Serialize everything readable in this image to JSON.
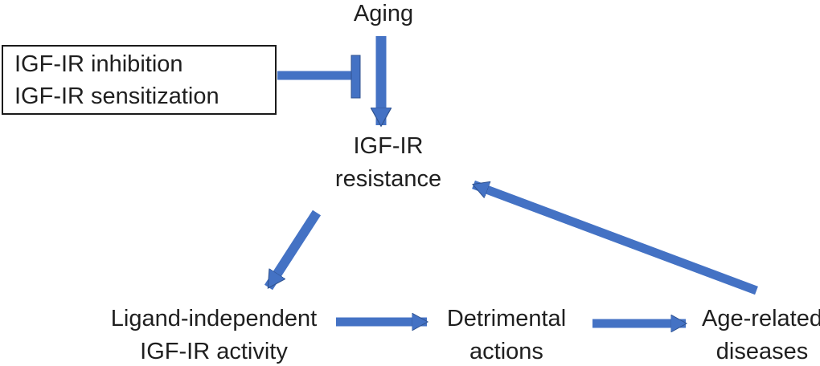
{
  "diagram": {
    "background": "#ffffff",
    "accent_color": "#4472C4",
    "accent_border_color": "#2F528F",
    "text_color": "#1f1f1f",
    "box_border_color": "#1a1a1a",
    "nodes": {
      "aging": {
        "label": "Aging"
      },
      "interventions": {
        "line1": "IGF-IR inhibition",
        "line2": "IGF-IR sensitization"
      },
      "resistance": {
        "line1": "IGF-IR",
        "line2": "resistance"
      },
      "ligand_independent": {
        "line1": "Ligand-independent",
        "line2": "IGF-IR activity"
      },
      "detrimental": {
        "line1": "Detrimental",
        "line2": "actions"
      },
      "age_related": {
        "line1": "Age-related",
        "line2": "diseases"
      }
    },
    "edges": [
      {
        "from": "Aging",
        "to": "IGF-IR resistance",
        "style": "arrow"
      },
      {
        "from": "IGF-IR inhibition / IGF-IR sensitization",
        "to": "Aging → IGF-IR resistance",
        "style": "inhibition-bar"
      },
      {
        "from": "IGF-IR resistance",
        "to": "Ligand-independent IGF-IR activity",
        "style": "arrow"
      },
      {
        "from": "Ligand-independent IGF-IR activity",
        "to": "Detrimental actions",
        "style": "arrow"
      },
      {
        "from": "Detrimental actions",
        "to": "Age-related diseases",
        "style": "arrow"
      },
      {
        "from": "Age-related diseases",
        "to": "IGF-IR resistance",
        "style": "arrow"
      }
    ]
  }
}
